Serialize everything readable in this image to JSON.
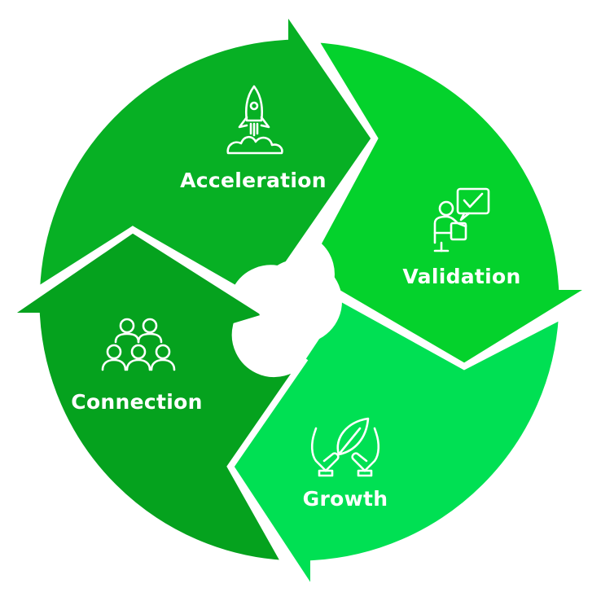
{
  "cycle": {
    "segments": [
      {
        "label": "Acceleration",
        "icon": "rocket-icon",
        "color": "#07B024"
      },
      {
        "label": "Validation",
        "icon": "presentation-check-icon",
        "color": "#04D22C"
      },
      {
        "label": "Growth",
        "icon": "hands-leaf-icon",
        "color": "#00E053"
      },
      {
        "label": "Connection",
        "icon": "group-people-icon",
        "color": "#05A21E"
      }
    ],
    "hub_color": "#FFFFFF",
    "label_color": "#FFFFFF"
  }
}
